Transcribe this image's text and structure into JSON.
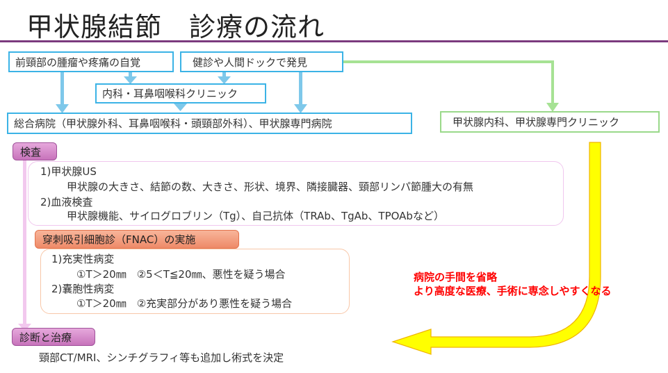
{
  "title": "甲状腺結節　診療の流れ",
  "flow": {
    "source_neck": "前頸部の腫瘤や疼痛の自覚",
    "source_checkup": "健診や人間ドックで発見",
    "clinic_general": "内科・耳鼻咽喉科クリニック",
    "hospital": "総合病院（甲状腺外科、耳鼻咽喉科・頭頸部外科）、甲状腺専門病院",
    "thyroid_clinic": "甲状腺内科、甲状腺専門クリニック"
  },
  "exam": {
    "label": "検査",
    "lines": [
      "1)甲状腺US",
      "甲状腺の大きさ、結節の数、大きさ、形状、境界、隣接臓器、頸部リンパ節腫大の有無",
      "2)血液検査",
      "甲状腺機能、サイログロブリン（Tg）、自己抗体（TRAb、TgAb、TPOAbなど）"
    ]
  },
  "fnac": {
    "label": "穿刺吸引細胞診（FNAC）の実施",
    "lines": [
      "1)充実性病変",
      "①T＞20㎜　②5＜T≦20㎜、悪性を疑う場合",
      "2)囊胞性病変",
      "①T＞20㎜　②充実部分があり悪性を疑う場合"
    ]
  },
  "diagnosis": {
    "label": "診断と治療",
    "text": "頸部CT/MRI、シンチグラフィ等も追加し術式を決定"
  },
  "annotation": {
    "line1": "病院の手間を省略",
    "line2": "より高度な医療、手術に専念しやすくなる"
  },
  "colors": {
    "accent_purple": "#7b3a7e",
    "blue": "#3bb3e6",
    "arrow_blue": "#7ec8ea",
    "green": "#9ad98a",
    "yellow": "#ffff00",
    "red": "#ff0000"
  }
}
